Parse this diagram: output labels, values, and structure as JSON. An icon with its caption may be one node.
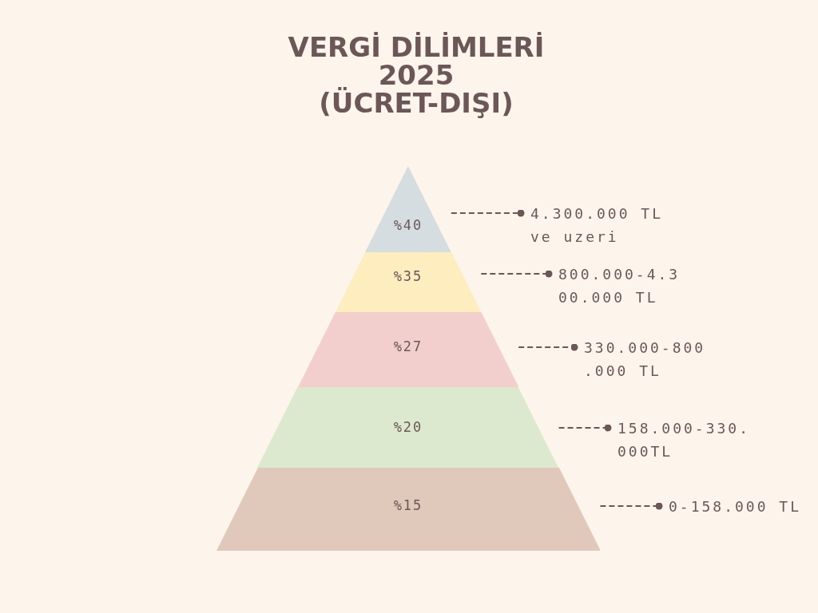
{
  "diagram": {
    "title": "VERGİ DİLİMLERİ 2025 (ÜCRET-DIŞI)",
    "nodes": [
      {
        "text": [
          "%40"
        ]
      },
      {
        "text": [
          "%35"
        ]
      },
      {
        "text": [
          "%27"
        ]
      },
      {
        "text": [
          "%20"
        ]
      },
      {
        "text": [
          "%15"
        ]
      },
      {
        "text": [
          "4.300.000 TL ve uzeri"
        ]
      },
      {
        "text": [
          "800.000-4.300.000 TL"
        ]
      },
      {
        "text": [
          "330.000-800.000 TL"
        ]
      },
      {
        "text": [
          "158.000-330.000TL"
        ]
      },
      {
        "text": [
          "0-158.000 TL"
        ]
      }
    ],
    "edges": [
      {
        "from": 0,
        "to": 5,
        "arrow": "other",
        "style": "dashed"
      },
      {
        "from": 1,
        "to": 6,
        "arrow": "other",
        "style": "dashed"
      },
      {
        "from": 2,
        "to": 7,
        "arrow": "other",
        "style": "dashed"
      },
      {
        "from": 3,
        "to": 8,
        "arrow": "other",
        "style": "dashed"
      },
      {
        "from": 4,
        "to": 9,
        "arrow": "other",
        "style": "dashed"
      }
    ]
  }
}
